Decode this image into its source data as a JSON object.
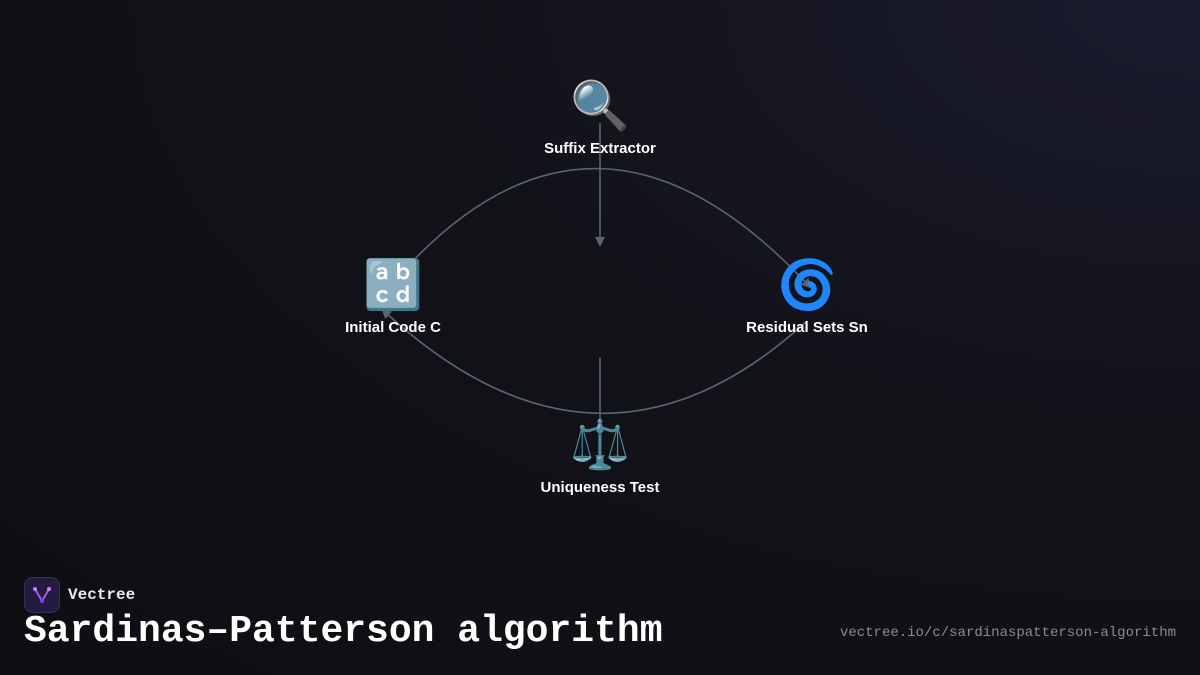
{
  "diagram": {
    "nodes": [
      {
        "id": "suffix",
        "icon": "🔍",
        "icon_name": "magnifier-icon",
        "label": "Suffix Extractor"
      },
      {
        "id": "initial",
        "icon": "🔡",
        "icon_name": "letters-icon",
        "label": "Initial Code C"
      },
      {
        "id": "residual",
        "icon": "🌀",
        "icon_name": "cyclone-icon",
        "label": "Residual Sets Sn"
      },
      {
        "id": "unique",
        "icon": "⚖️",
        "icon_name": "balance-scale-icon",
        "label": "Uniqueness Test"
      }
    ],
    "edges": [
      {
        "from": "initial",
        "to": "residual",
        "style": "curved"
      },
      {
        "from": "suffix",
        "to": "unique",
        "style": "straight"
      },
      {
        "from": "residual",
        "to": "initial",
        "style": "curved"
      }
    ],
    "edge_color": "#5a6475"
  },
  "footer": {
    "brand": "Vectree",
    "title": "Sardinas–Patterson algorithm",
    "url": "vectree.io/c/sardinaspatterson-algorithm"
  }
}
